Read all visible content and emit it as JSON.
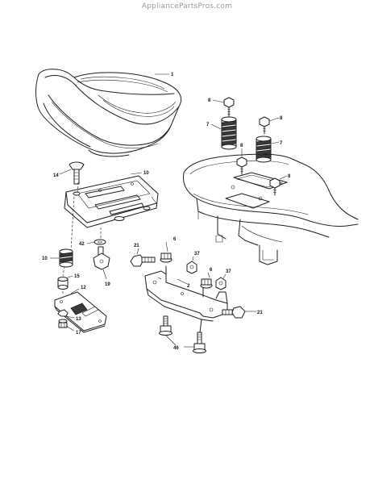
{
  "watermark": "AppliancePartsPros.com",
  "callouts": {
    "c1": "1",
    "c2": "2",
    "c6a": "6",
    "c6b": "6",
    "c7a": "7",
    "c7b": "7",
    "c8a": "8",
    "c8b": "8",
    "c8c": "8",
    "c8d": "8",
    "c10a": "10",
    "c10b": "10",
    "c12": "12",
    "c13": "13",
    "c14": "14",
    "c15": "15",
    "c17": "17",
    "c19": "19",
    "c21a": "21",
    "c21b": "21",
    "c37a": "37",
    "c37b": "37",
    "c42": "42",
    "c46": "46"
  }
}
